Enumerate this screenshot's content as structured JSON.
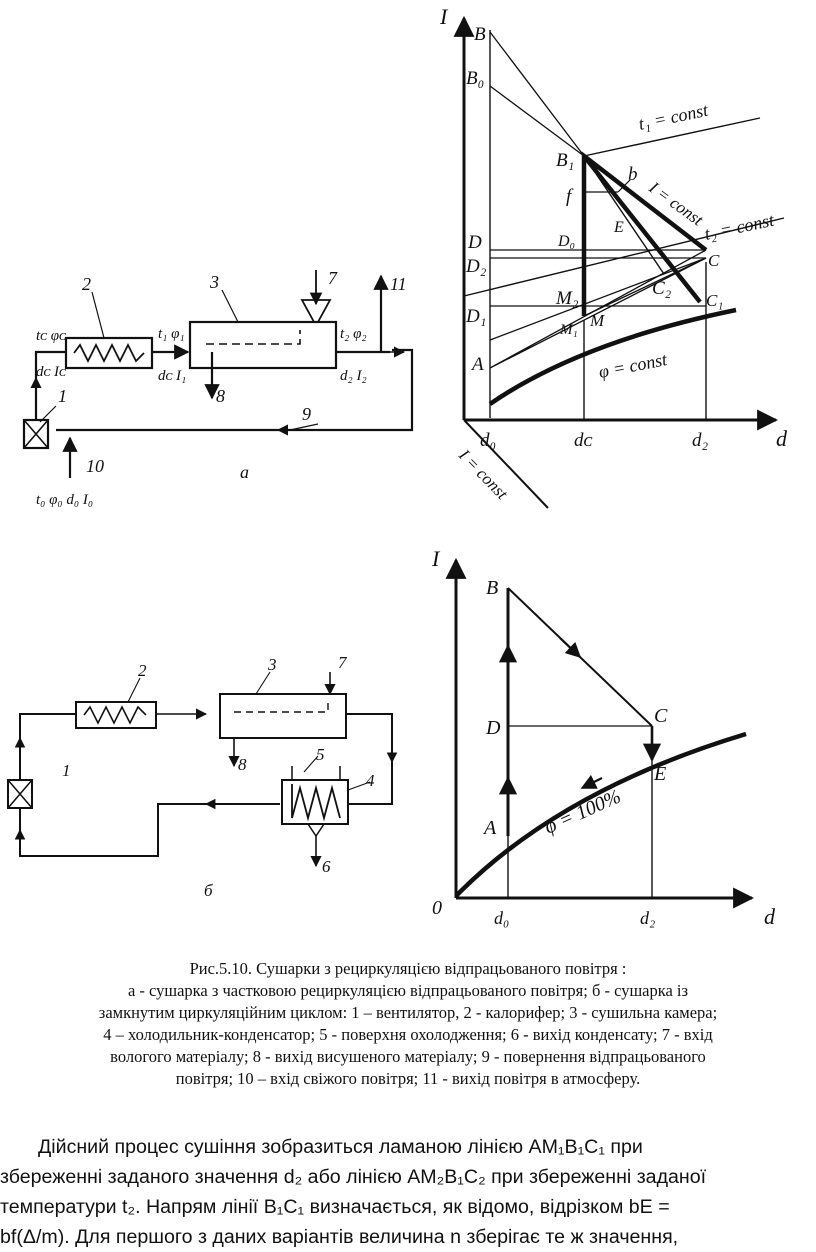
{
  "figure_a": {
    "scheme": {
      "label": "а",
      "numbers": [
        "1",
        "2",
        "3",
        "7",
        "11",
        "8",
        "9",
        "10"
      ],
      "inlet_params": "t₀ φ₀ d₀ I₀",
      "heater_in_top": "tᴄ φᴄ",
      "heater_in_bottom": "dᴄ Iᴄ",
      "chamber_in_top": "t₁ φ₁",
      "chamber_in_bottom": "dᴄ I₁",
      "chamber_out_top": "t₂ φ₂",
      "chamber_out_bottom": "d₂ I₂"
    },
    "diagram": {
      "axis_y": "I",
      "axis_x": "d",
      "axis_skew": "I = const",
      "points": [
        "B",
        "B₀",
        "B₁",
        "f",
        "b",
        "E",
        "D₀",
        "D",
        "D₂",
        "D₁",
        "M₂",
        "M₁",
        "M",
        "C",
        "C₂",
        "C₁",
        "A"
      ],
      "curves": [
        "t₁ = const",
        "I = const",
        "t₂ = const",
        "φ = const"
      ],
      "ticks": [
        "d₀",
        "dᴄ",
        "d₂"
      ]
    }
  },
  "figure_b": {
    "scheme": {
      "label": "б",
      "numbers": [
        "1",
        "2",
        "3",
        "7",
        "8",
        "5",
        "4",
        "6"
      ]
    },
    "diagram": {
      "axis_y": "I",
      "axis_x": "d",
      "origin": "0",
      "points": [
        "B",
        "D",
        "C",
        "E",
        "A"
      ],
      "curve": "φ = 100%",
      "ticks": [
        "d₀",
        "d₂"
      ]
    }
  },
  "caption": {
    "line1": "Рис.5.10. Сушарки з рециркуляцією відпрацьованого повітря :",
    "line2": "а - сушарка з частковою рециркуляцією відпрацьованого повітря; б - сушарка із",
    "line3": "замкнутим  циркуляційним циклом: 1 – вентилятор, 2 - калорифер; 3 - сушильна камера;",
    "line4": "4 – холодильник-конденсатор; 5 - поверхня охолодження; 6 - вихід конденсату; 7 - вхід",
    "line5": "вологого матеріалу; 8 - вихід висушеного матеріалу; 9 - повернення відпрацьованого",
    "line6": "повітря; 10 – вхід свіжого повітря; 11 - вихід повітря в атмосферу."
  },
  "body_text": {
    "line1": "Дійсний процес сушіння зобразиться ламаною лінією AM₁B₁C₁ при",
    "line2": "збереженні заданого значення d₂ або лінією AM₂B₁C₂ при збереженні заданої",
    "line3": "температури t₂. Напрям лінії B₁C₁ визначається, як відомо, відрізком bE =",
    "line4": "bf(Δ/m). Для першого з даних варіантів величина n зберігає те ж значення,"
  }
}
